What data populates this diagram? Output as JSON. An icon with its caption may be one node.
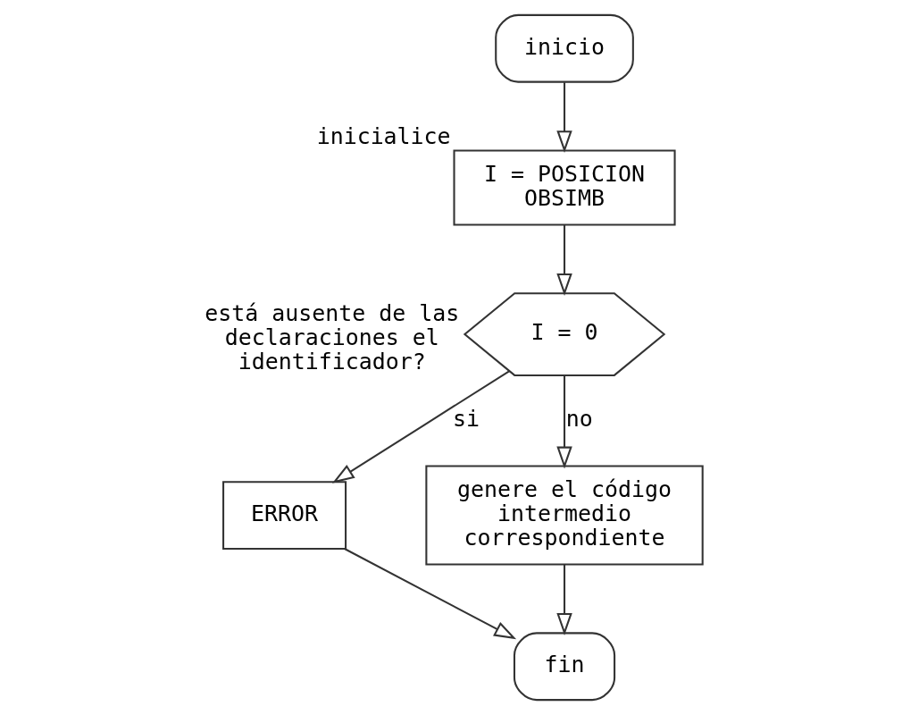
{
  "diagram": {
    "nodes": [
      {
        "text": [
          "inicio"
        ]
      },
      {
        "text": [
          "I = POSICION OBSIMB"
        ],
        "beside": [
          "inicialice"
        ]
      },
      {
        "text": [
          "I = 0"
        ],
        "beside": [
          "está ausente de las declaraciones el identificador?"
        ]
      },
      {
        "text": [
          "ERROR"
        ]
      },
      {
        "text": [
          "genere el código intermedio correspondiente"
        ]
      },
      {
        "text": [
          "fin"
        ]
      }
    ],
    "edges": [
      {
        "from": 0,
        "to": 1,
        "arrow": "to"
      },
      {
        "from": 1,
        "to": 2,
        "arrow": "to"
      },
      {
        "from": 2,
        "to": 3,
        "arrow": "to",
        "label": "si"
      },
      {
        "from": 2,
        "to": 4,
        "arrow": "to",
        "label": "no"
      },
      {
        "from": 3,
        "to": 5,
        "arrow": "to"
      },
      {
        "from": 4,
        "to": 5,
        "arrow": "to"
      }
    ]
  }
}
